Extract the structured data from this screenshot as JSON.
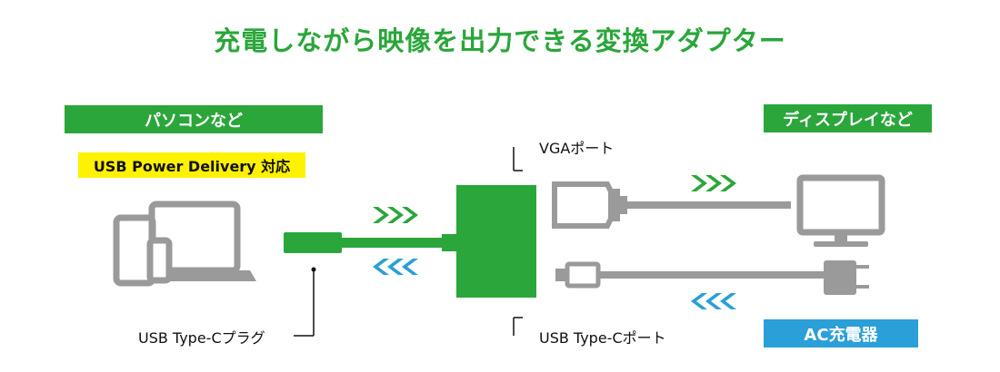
{
  "title": "充電しながら映像を出力できる変換アダプター",
  "left_box": "パソコンなど",
  "power_badge": "USB Power Delivery 対応",
  "right_box": "ディスプレイなど",
  "charger_box": "AC充電器",
  "label_vga": "VGAポート",
  "label_typec_port": "USB Type-Cポート",
  "label_typec_plug": "USB Type-Cプラグ",
  "colors": {
    "green": "#2aa63a",
    "blue": "#2a9fd8",
    "yellow": "#fff200",
    "gray": "#9a9a9a"
  }
}
